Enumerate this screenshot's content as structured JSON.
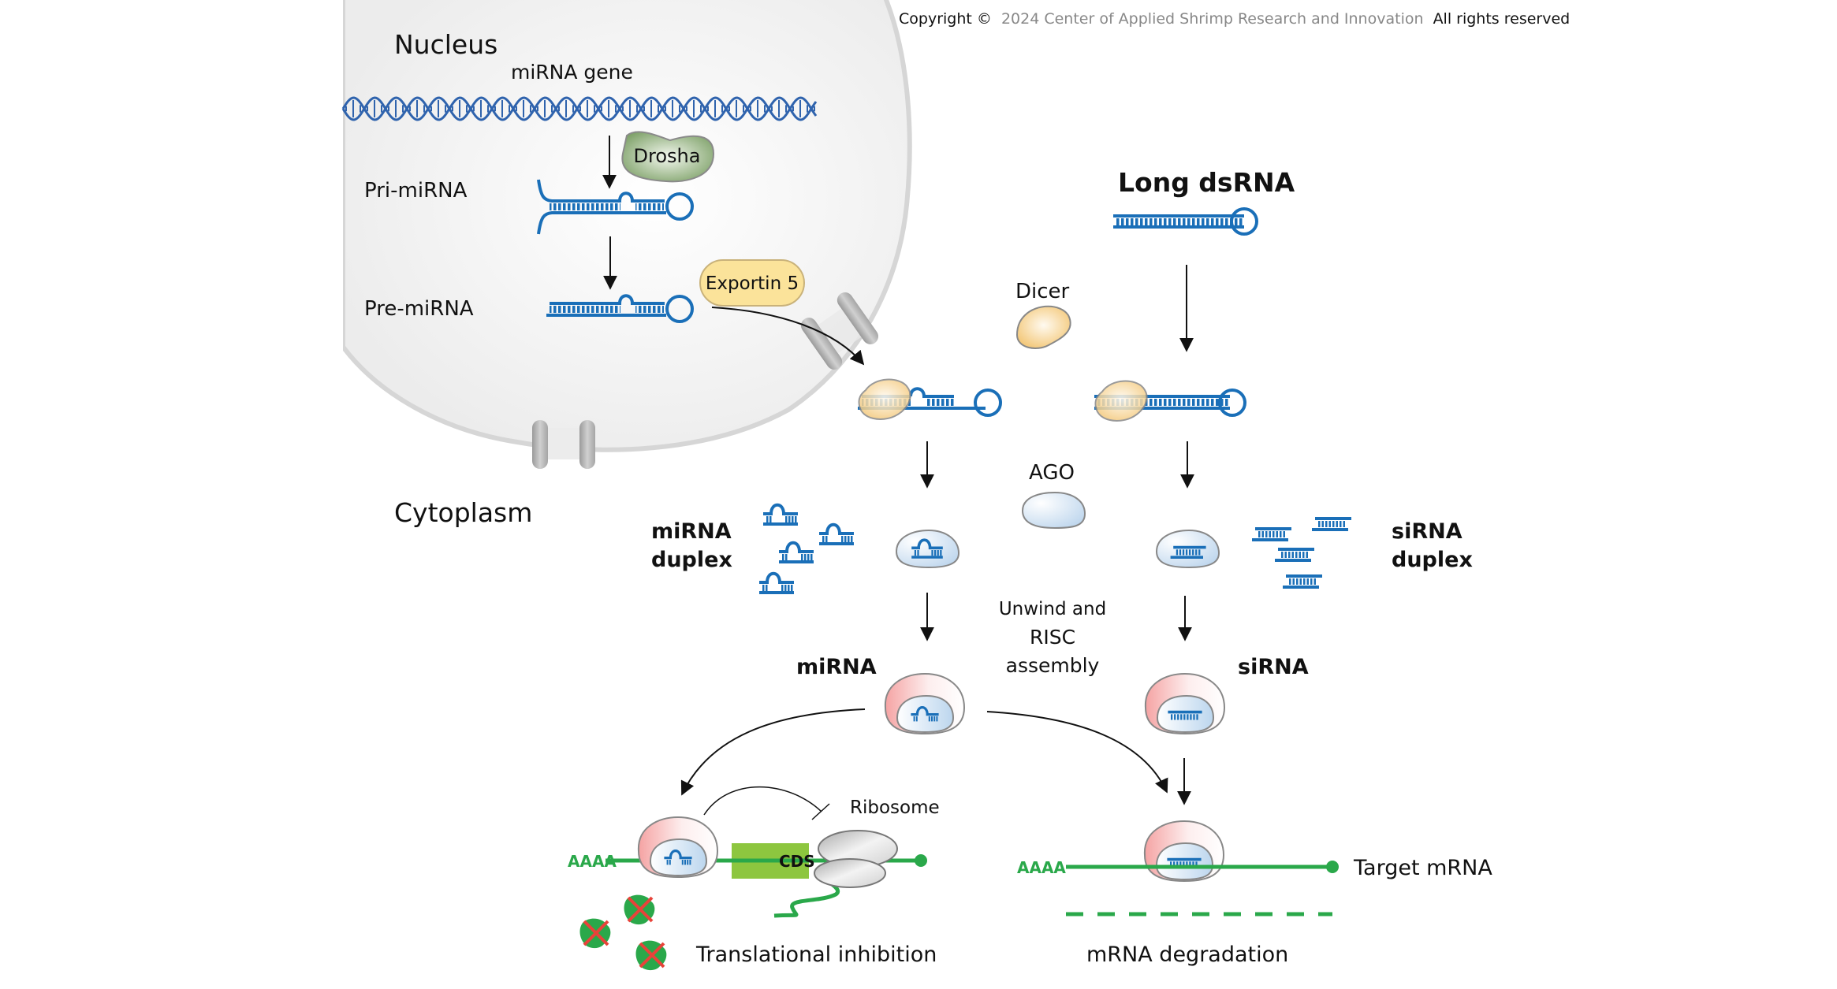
{
  "copyright": {
    "prefix": "Copyright ©",
    "org": "2024 Center of Applied Shrimp Research and Innovation",
    "suffix": "All rights reserved"
  },
  "compartments": {
    "nucleus": "Nucleus",
    "cytoplasm": "Cytoplasm"
  },
  "labels": {
    "mirna_gene": "miRNA gene",
    "drosha": "Drosha",
    "pri_mirna": "Pri-miRNA",
    "pre_mirna": "Pre-miRNA",
    "exportin": "Exportin 5",
    "long_dsrna": "Long dsRNA",
    "dicer": "Dicer",
    "ago": "AGO",
    "mirna_duplex_1": "miRNA",
    "mirna_duplex_2": "duplex",
    "sirna_duplex_1": "siRNA",
    "sirna_duplex_2": "duplex",
    "unwind_1": "Unwind and",
    "unwind_2": "RISC",
    "unwind_3": "assembly",
    "mirna": "miRNA",
    "sirna": "siRNA",
    "ribosome": "Ribosome",
    "cds": "CDS",
    "polya_left": "AAAA",
    "polya_right": "AAAA",
    "target_mrna": "Target mRNA",
    "translational_inhibition": "Translational inhibition",
    "mrna_degradation": "mRNA degradation"
  },
  "colors": {
    "rna_blue": "#1a6fb8",
    "mrna_green": "#2aa84a",
    "cds_green": "#8dc63f",
    "inhibit_red": "#e8433a",
    "dicer_fill": "#f7d592",
    "exportin_fill": "#fbe39a",
    "drosha_fill": "#9bbb86"
  }
}
